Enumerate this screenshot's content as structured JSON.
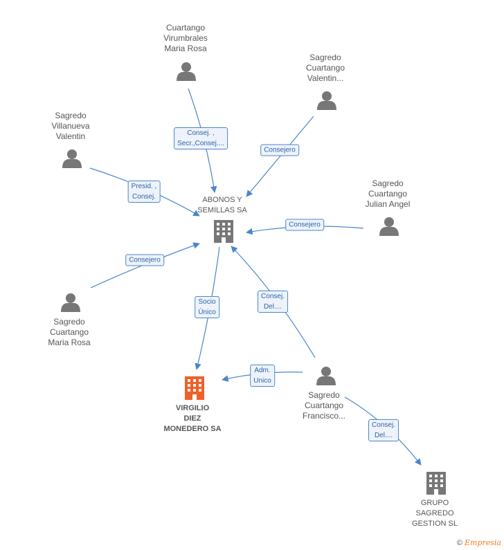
{
  "colors": {
    "person": "#777777",
    "company": "#777777",
    "focus_company": "#f0602a",
    "edge": "#4a86c8"
  },
  "nodes": {
    "abonos": {
      "label": "ABONOS Y\nSEMILLAS SA",
      "icon": "building-icon"
    },
    "virgilio": {
      "label": "VIRGILIO\nDIEZ\nMONEDERO SA",
      "icon": "building-icon"
    },
    "grupo": {
      "label": "GRUPO\nSAGREDO\nGESTION SL",
      "icon": "building-icon"
    },
    "virumbrales": {
      "label": "Cuartango\nVirumbrales\nMaria Rosa",
      "icon": "person-icon"
    },
    "valentin_cuartango": {
      "label": "Sagredo\nCuartango\nValentin...",
      "icon": "person-icon"
    },
    "villanueva": {
      "label": "Sagredo\nVillanueva\nValentin",
      "icon": "person-icon"
    },
    "julian": {
      "label": "Sagredo\nCuartango\nJulian Angel",
      "icon": "person-icon"
    },
    "mariarosa": {
      "label": "Sagredo\nCuartango\nMaria Rosa",
      "icon": "person-icon"
    },
    "francisco": {
      "label": "Sagredo\nCuartango\nFrancisco...",
      "icon": "person-icon"
    }
  },
  "edges": {
    "virumbrales_abonos": "Consej. ,\nSecr.,Consej....",
    "valentin_abonos": "Consejero",
    "villanueva_abonos": "Presid. ,\nConsej.",
    "julian_abonos": "Consejero",
    "mariarosa_abonos": "Consejero",
    "abonos_virgilio": "Socio\nÚnico",
    "francisco_abonos": "Consej.\nDel....",
    "francisco_virgilio": "Adm.\nUnico",
    "francisco_grupo": "Consej.\nDel...."
  },
  "footer": {
    "copyright": "©",
    "brand": "Empresia"
  }
}
